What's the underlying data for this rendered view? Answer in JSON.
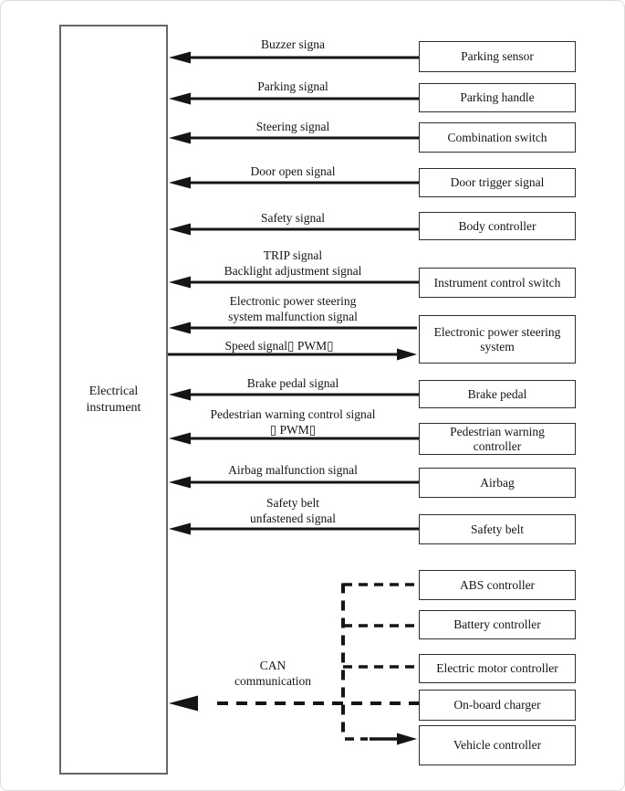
{
  "instrument": {
    "label": "Electrical\ninstrument"
  },
  "signals": [
    {
      "text": "Buzzer signa",
      "direction": "to-instrument",
      "from": "Parking sensor"
    },
    {
      "text": "Parking signal",
      "direction": "to-instrument",
      "from": "Parking handle"
    },
    {
      "text": "Steering signal",
      "direction": "to-instrument",
      "from": "Combination switch"
    },
    {
      "text": "Door open signal",
      "direction": "to-instrument",
      "from": "Door trigger signal"
    },
    {
      "text": "Safety signal",
      "direction": "to-instrument",
      "from": "Body controller"
    },
    {
      "text": "TRIP signal\nBacklight adjustment signal",
      "direction": "to-instrument",
      "from": "Instrument control switch"
    },
    {
      "text": "Electronic power steering\nsystem malfunction signal",
      "direction": "to-instrument",
      "from": "Electronic power steering system"
    },
    {
      "text": "Speed signal▯ PWM▯",
      "direction": "from-instrument",
      "to": "Electronic power steering system"
    },
    {
      "text": "Brake pedal signal",
      "direction": "to-instrument",
      "from": "Brake pedal"
    },
    {
      "text": "Pedestrian warning control signal\n▯ PWM▯",
      "direction": "to-instrument",
      "from": "Pedestrian warning controller"
    },
    {
      "text": "Airbag malfunction signal",
      "direction": "to-instrument",
      "from": "Airbag"
    },
    {
      "text": "Safety belt\nunfastened signal",
      "direction": "to-instrument",
      "from": "Safety belt"
    },
    {
      "text": "CAN\ncommunication",
      "direction": "to-instrument",
      "style": "dashed"
    }
  ],
  "components": [
    {
      "label": "Parking sensor"
    },
    {
      "label": "Parking handle"
    },
    {
      "label": "Combination switch"
    },
    {
      "label": "Door trigger signal"
    },
    {
      "label": "Body controller"
    },
    {
      "label": "Instrument control switch"
    },
    {
      "label": "Electronic power steering\nsystem"
    },
    {
      "label": "Brake pedal"
    },
    {
      "label": "Pedestrian warning\ncontroller"
    },
    {
      "label": "Airbag"
    },
    {
      "label": "Safety belt"
    },
    {
      "label": "ABS controller"
    },
    {
      "label": "Battery controller"
    },
    {
      "label": "Electric motor controller"
    },
    {
      "label": "On-board charger"
    },
    {
      "label": "Vehicle controller"
    }
  ],
  "colors": {
    "line": "#151515",
    "component_border": "#2e2e2e",
    "instrument_border": "#666666",
    "background": "#ffffff"
  }
}
